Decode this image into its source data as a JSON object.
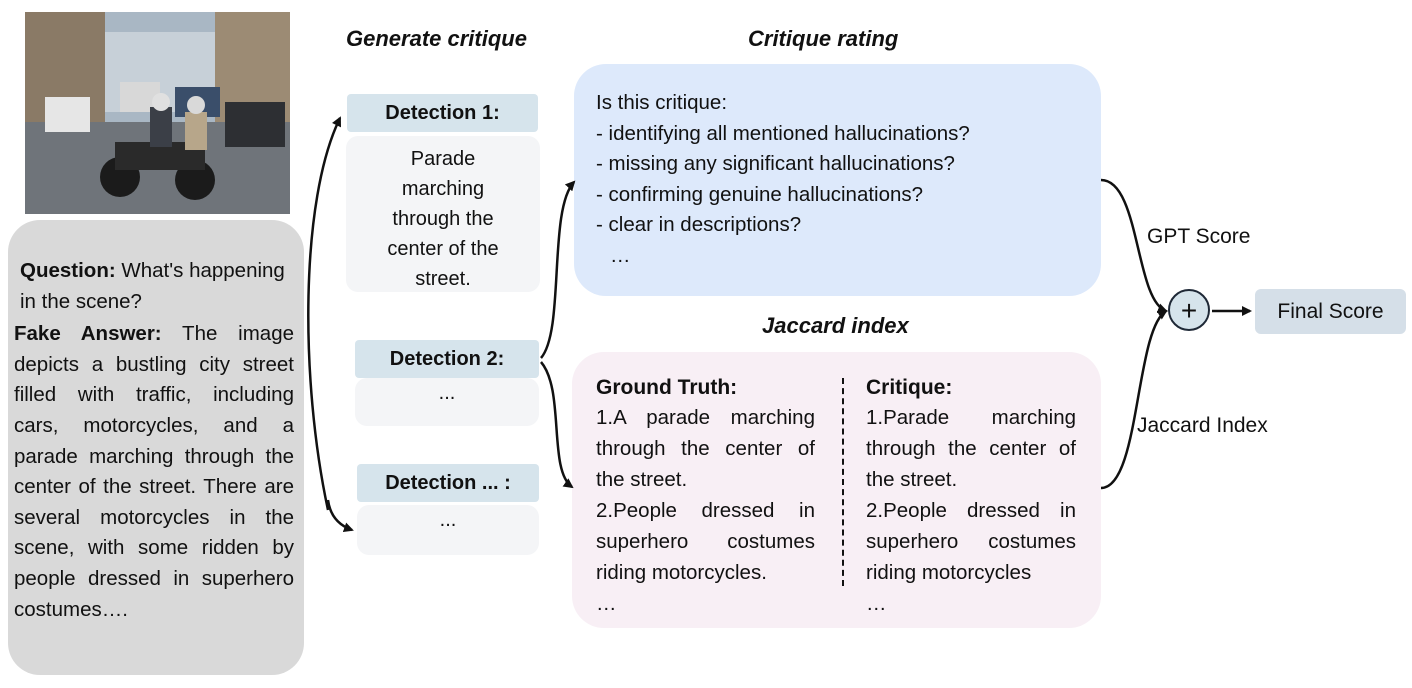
{
  "left_panel": {
    "question_label": "Question:",
    "question_text": " What's happening in the scene?",
    "answer_label": "Fake Answer:",
    "answer_text": " The image depicts a bustling city street filled with traffic, including cars, motorcycles, and a parade marching through the center of the street. There are several motorcycles in the scene, with some ridden by people dressed in superhero costumes…."
  },
  "generate": {
    "heading": "Generate  critique",
    "detections": [
      {
        "label": "Detection 1:",
        "body": "Parade marching through the center of the street."
      },
      {
        "label": "Detection 2:",
        "body": "..."
      },
      {
        "label": "Detection ... :",
        "body": "..."
      }
    ]
  },
  "rating": {
    "heading": "Critique rating",
    "lines": [
      "Is this critique:",
      " - identifying all mentioned hallucinations?",
      " - missing any significant hallucinations?",
      " - confirming genuine hallucinations?",
      " - clear in descriptions?",
      "   …"
    ]
  },
  "jaccard": {
    "heading": "Jaccard index",
    "ground_truth": {
      "title": "Ground Truth:",
      "item1": "1.A parade marching through the center of the street.",
      "item2": "2.People dressed in superhero costumes riding motorcycles.",
      "more": "…"
    },
    "critique": {
      "title": "Critique:",
      "item1": "1.Parade marching through the center of the street.",
      "item2": "2.People dressed in superhero costumes riding motorcycles",
      "more": "…"
    }
  },
  "scoring": {
    "gpt_label": "GPT Score",
    "jaccard_label": "Jaccard Index",
    "plus": "+",
    "final": "Final Score"
  },
  "colors": {
    "left_box": "#d9d9d9",
    "tab": "#d6e4ec",
    "rating_box": "#dde9fb",
    "jaccard_box": "#f8eff5",
    "final_box": "#d5dfe8"
  }
}
